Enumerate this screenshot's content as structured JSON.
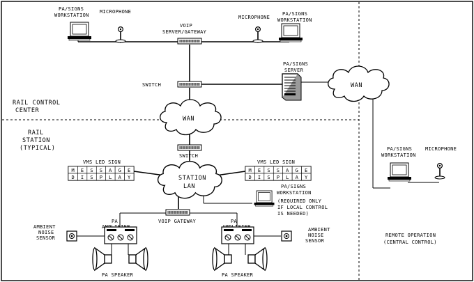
{
  "zones": {
    "rail_control_center": [
      "RAIL CONTROL",
      "CENTER"
    ],
    "rail_station": [
      "RAIL",
      "STATION",
      "(TYPICAL)"
    ],
    "remote_operation": [
      "REMOTE OPERATION",
      "(CENTRAL CONTROL)"
    ]
  },
  "nodes": {
    "pa_workstation_left": [
      "PA/SIGNS",
      "WORKSTATION"
    ],
    "microphone_left": "MICROPHONE",
    "voip_server": [
      "VOIP",
      "SERVER/GATEWAY"
    ],
    "microphone_right": "MICROPHONE",
    "pa_workstation_right": [
      "PA/SIGNS",
      "WORKSTATION"
    ],
    "switch_top": "SWITCH",
    "pa_signs_server": [
      "PA/SIGNS",
      "SERVER"
    ],
    "wan_right": "WAN",
    "wan_center": "WAN",
    "switch_station": "SWITCH",
    "vms_sign_left": "VMS LED SIGN",
    "vms_sign_right": "VMS LED SIGN",
    "sign_row1": [
      "M",
      "E",
      "S",
      "S",
      "A",
      "G",
      "E"
    ],
    "sign_row2": [
      "D",
      "I",
      "S",
      "P",
      "L",
      "A",
      "Y"
    ],
    "station_lan": [
      "STATION",
      "LAN"
    ],
    "pa_workstation_station": [
      "PA/SIGNS",
      "WORKSTATION"
    ],
    "required_note": [
      "(REQUIRED ONLY",
      "IF LOCAL CONTROL",
      "IS NEEDED)"
    ],
    "voip_gateway": "VOIP GATEWAY",
    "pa_amplifier_left": [
      "PA",
      "AMPLIFIER"
    ],
    "pa_amplifier_right": [
      "PA",
      "AMPLIFIER"
    ],
    "ambient_sensor_left": [
      "AMBIENT",
      "NOISE",
      "SENSOR"
    ],
    "ambient_sensor_right": [
      "AMBIENT",
      "NOISE",
      "SENSOR"
    ],
    "pa_speaker_left": "PA SPEAKER",
    "pa_speaker_right": "PA SPEAKER",
    "pa_workstation_remote": [
      "PA/SIGNS",
      "WORKSTATION"
    ],
    "microphone_remote": "MICROPHONE"
  }
}
